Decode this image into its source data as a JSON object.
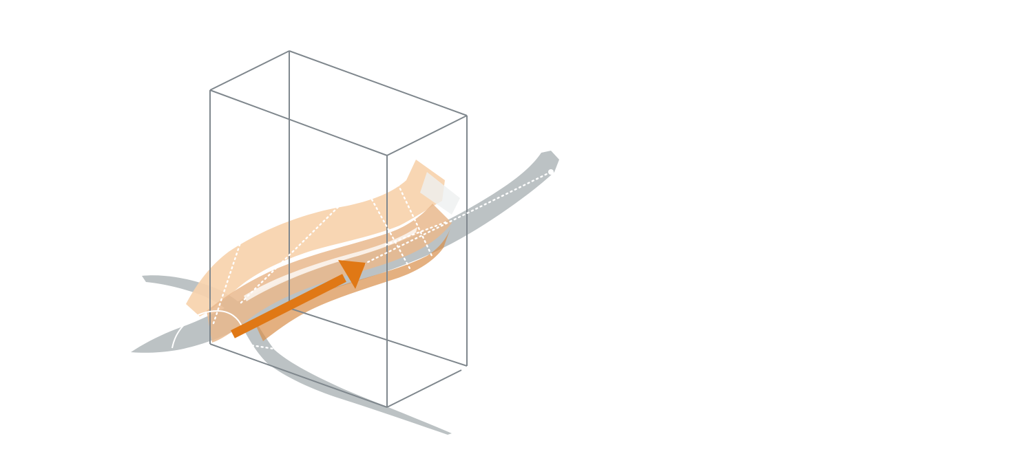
{
  "diagram": {
    "colors": {
      "background": "#ffffff",
      "box_edge": "#7f878d",
      "shadow_gray": "#bcc2c4",
      "orange_light": "#f7d2ad",
      "orange_mid": "#e9b88d",
      "orange_dark": "#d98f4a",
      "arrow": "#e07815",
      "dotted_guides": "#ffffff"
    },
    "elements": [
      "bounding-box",
      "gray-shadow-band-diagonal",
      "gray-shadow-band-cross",
      "orange-layered-band",
      "direction-arrow",
      "dotted-guide-lines",
      "angle-arc"
    ]
  }
}
